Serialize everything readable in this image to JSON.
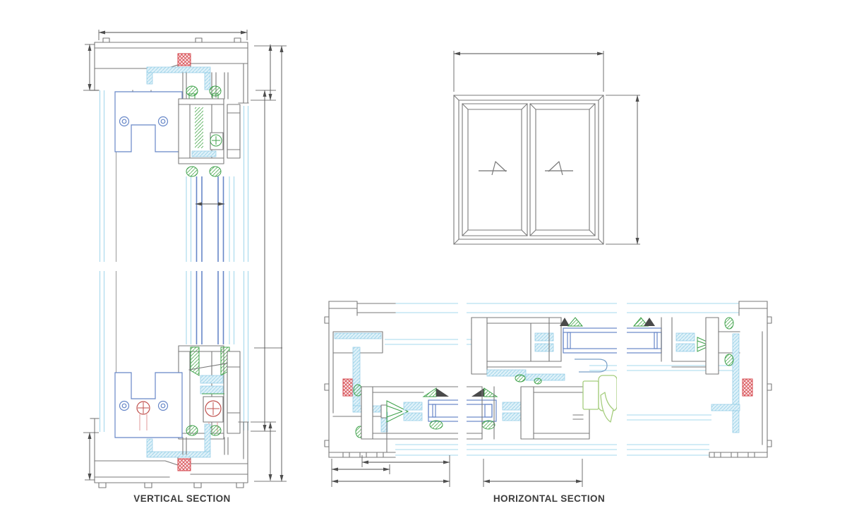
{
  "drawing": {
    "labels": {
      "vertical_section": "VERTICAL SECTION",
      "horizontal_section": "HORIZONTAL SECTION"
    },
    "views": [
      {
        "name": "vertical-section",
        "label": "VERTICAL SECTION"
      },
      {
        "name": "window-elevation",
        "label": ""
      },
      {
        "name": "horizontal-section",
        "label": "HORIZONTAL SECTION"
      }
    ],
    "colors": {
      "profile_gray": "#7a7a7a",
      "panel_blue": "#6787c8",
      "glass_line_cyan": "#a6d8ec",
      "liner_fill": "#dff1f9",
      "liner_stroke": "#8fcbe4",
      "gasket_green": "#3da04a",
      "handle_green": "#a5cd7d",
      "thermal_break_red": "#d6494f",
      "screw_red": "#c0504d",
      "dimension_gray": "#4f4f4f",
      "label_text": "#3d3d3d",
      "background": "#ffffff"
    }
  }
}
